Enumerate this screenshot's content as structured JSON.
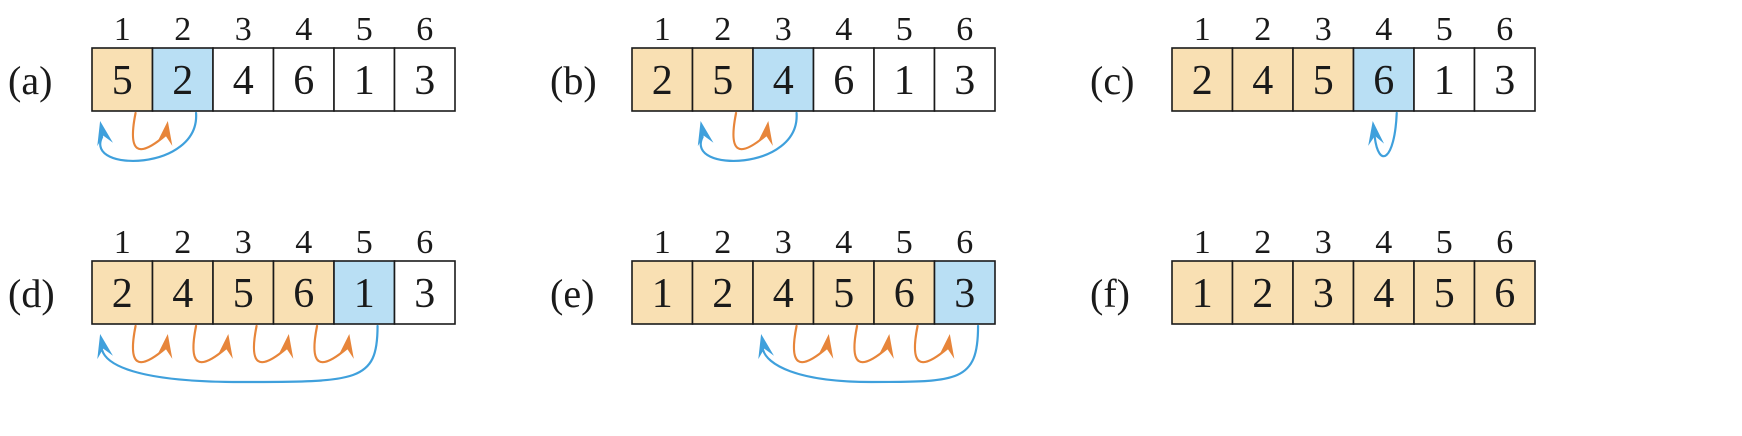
{
  "colors": {
    "sorted": "#f9e0b3",
    "key": "#b9dff4",
    "unsorted": "#ffffff",
    "blue_arrow": "#3fa0dc",
    "orange_arrow": "#e7853a"
  },
  "index_labels": [
    "1",
    "2",
    "3",
    "4",
    "5",
    "6"
  ],
  "panels": [
    {
      "label": "(a)",
      "values": [
        "5",
        "2",
        "4",
        "6",
        "1",
        "3"
      ],
      "states": [
        "sorted",
        "key",
        "unsorted",
        "unsorted",
        "unsorted",
        "unsorted"
      ],
      "orange_moves": [
        [
          0,
          1
        ]
      ],
      "blue_move": [
        1,
        0
      ]
    },
    {
      "label": "(b)",
      "values": [
        "2",
        "5",
        "4",
        "6",
        "1",
        "3"
      ],
      "states": [
        "sorted",
        "sorted",
        "key",
        "unsorted",
        "unsorted",
        "unsorted"
      ],
      "orange_moves": [
        [
          1,
          2
        ]
      ],
      "blue_move": [
        2,
        1
      ]
    },
    {
      "label": "(c)",
      "values": [
        "2",
        "4",
        "5",
        "6",
        "1",
        "3"
      ],
      "states": [
        "sorted",
        "sorted",
        "sorted",
        "key",
        "unsorted",
        "unsorted"
      ],
      "orange_moves": [],
      "blue_move": [
        3,
        3
      ]
    },
    {
      "label": "(d)",
      "values": [
        "2",
        "4",
        "5",
        "6",
        "1",
        "3"
      ],
      "states": [
        "sorted",
        "sorted",
        "sorted",
        "sorted",
        "key",
        "unsorted"
      ],
      "orange_moves": [
        [
          0,
          1
        ],
        [
          1,
          2
        ],
        [
          2,
          3
        ],
        [
          3,
          4
        ]
      ],
      "blue_move": [
        4,
        0
      ]
    },
    {
      "label": "(e)",
      "values": [
        "1",
        "2",
        "4",
        "5",
        "6",
        "3"
      ],
      "states": [
        "sorted",
        "sorted",
        "sorted",
        "sorted",
        "sorted",
        "key"
      ],
      "orange_moves": [
        [
          2,
          3
        ],
        [
          3,
          4
        ],
        [
          4,
          5
        ]
      ],
      "blue_move": [
        5,
        2
      ]
    },
    {
      "label": "(f)",
      "values": [
        "1",
        "2",
        "3",
        "4",
        "5",
        "6"
      ],
      "states": [
        "sorted",
        "sorted",
        "sorted",
        "sorted",
        "sorted",
        "sorted"
      ],
      "orange_moves": [],
      "blue_move": null
    }
  ]
}
